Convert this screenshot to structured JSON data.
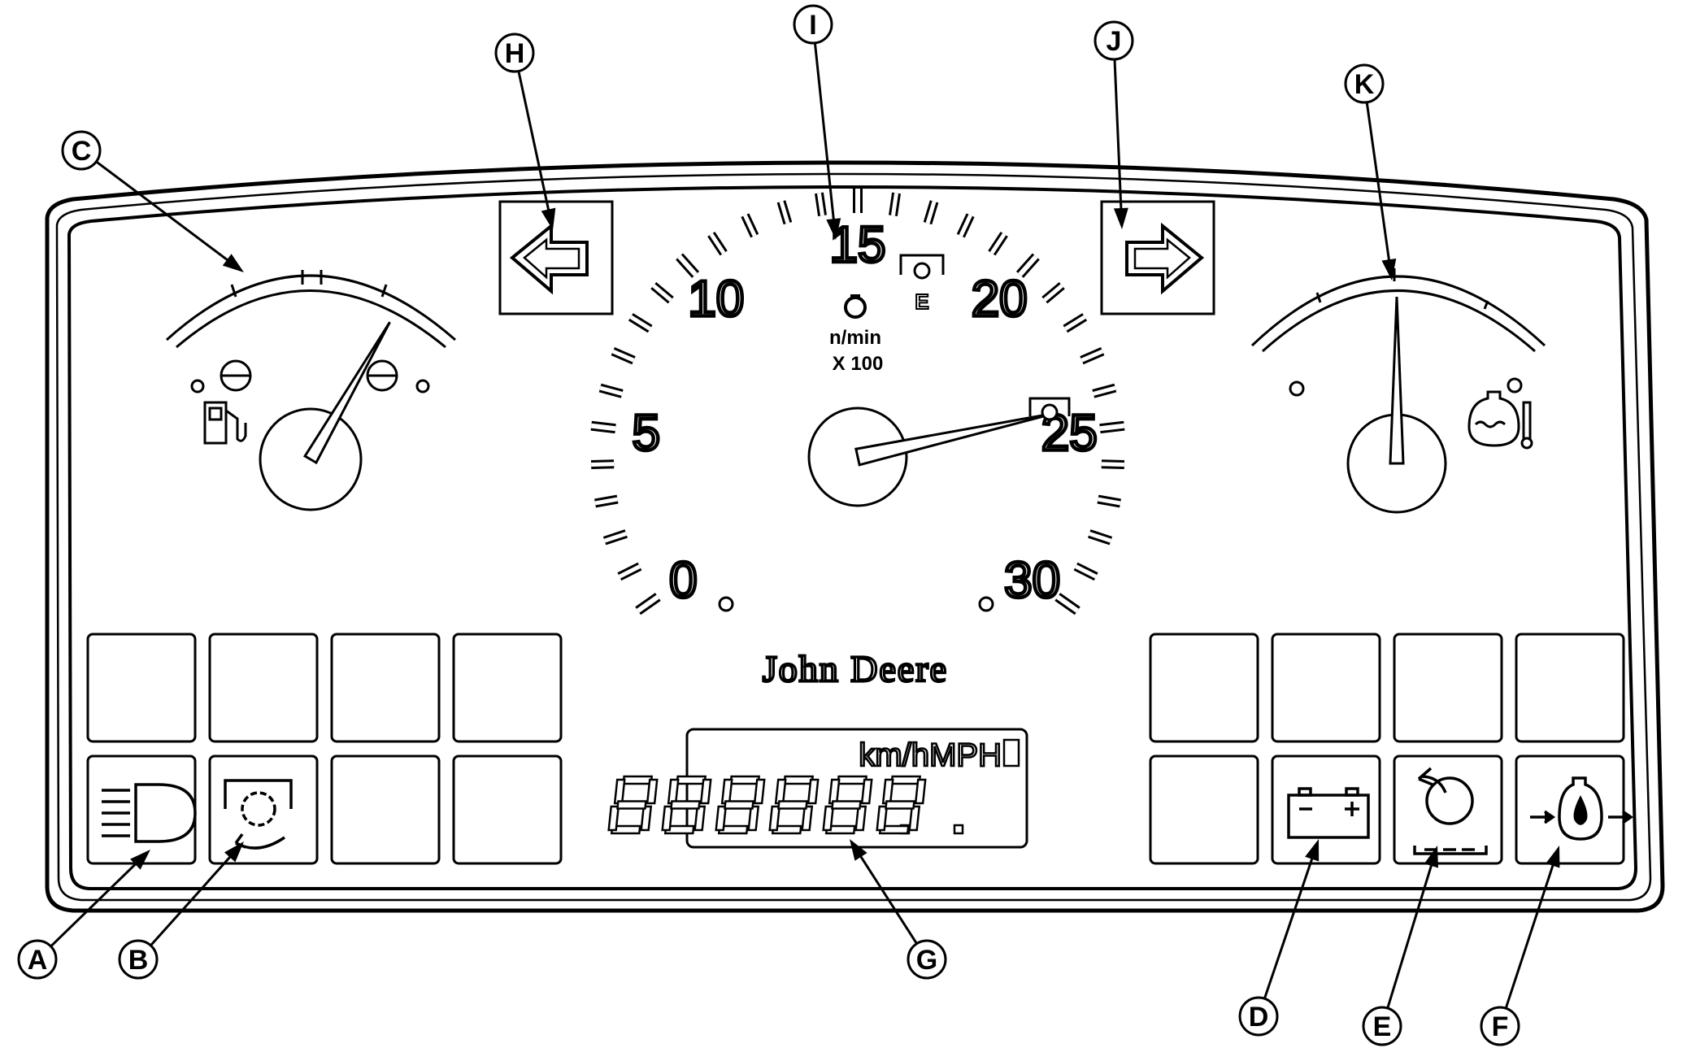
{
  "callouts": {
    "A": "A",
    "B": "B",
    "C": "C",
    "D": "D",
    "E": "E",
    "F": "F",
    "G": "G",
    "H": "H",
    "I": "I",
    "J": "J",
    "K": "K"
  },
  "tachometer": {
    "scale_labels": [
      "0",
      "5",
      "10",
      "15",
      "20",
      "25",
      "30"
    ],
    "unit_line1": "n/min",
    "unit_line2": "X 100",
    "pto_marker_label": "E",
    "needle_value": 24.3
  },
  "fuel_gauge": {
    "needle_fraction": 0.75,
    "icon": "fuel-pump-icon"
  },
  "coolant_gauge": {
    "needle_fraction": 0.5,
    "icon": "coolant-temperature-icon"
  },
  "brand": "John Deere",
  "lcd": {
    "units": "km/hMPH",
    "digits": "888888"
  },
  "indicators_left_bottom": [
    "headlight-icon",
    "pto-icon"
  ],
  "indicators_right_bottom": [
    "battery-icon",
    "glow-plug-icon",
    "oil-pressure-icon"
  ],
  "colors": {
    "line": "#000000",
    "face": "#ffffff"
  }
}
